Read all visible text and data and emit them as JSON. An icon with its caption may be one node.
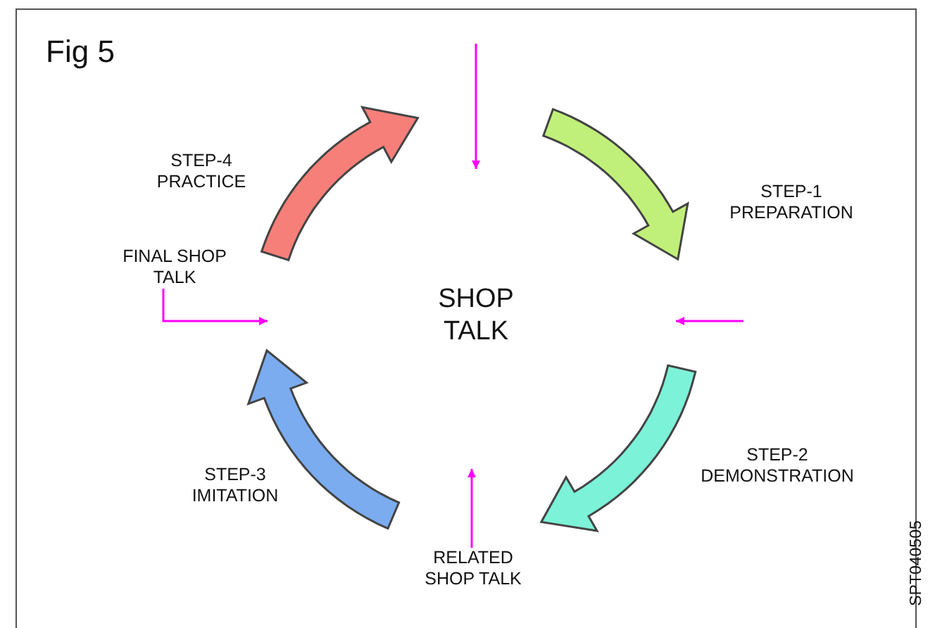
{
  "diagram": {
    "nodes": [
      {
        "text": [
          "FINAL SHOP TALK"
        ]
      },
      {
        "text": [
          "RELATED SHOP TALK"
        ]
      }
    ],
    "edges": [
      {
        "from": 0,
        "to": null,
        "arrow": "to"
      },
      {
        "from": 1,
        "to": null,
        "arrow": "to"
      }
    ],
    "labels": [
      "Fig 5",
      "STEP-4 PRACTICE",
      "STEP-1 PREPARATION",
      "SHOP TALK",
      "STEP-2 DEMONSTRATION",
      "STEP-3 IMITATION",
      "SPT040505"
    ]
  }
}
